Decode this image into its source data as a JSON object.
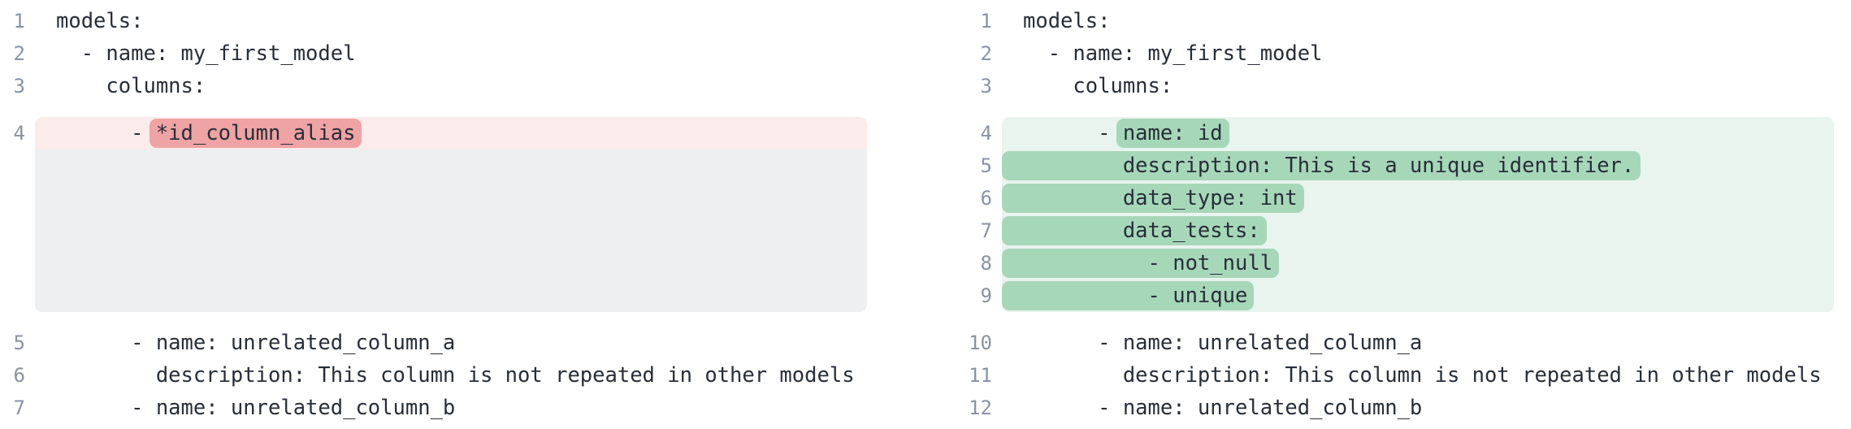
{
  "view": "yaml-diff-side-by-side",
  "colors": {
    "removed_line_bg": "#fbebeb",
    "removed_token_bg": "#efa3a4",
    "added_line_bg": "#e9f4ee",
    "added_token_bg": "#a7d7b9",
    "collapsed_bg": "#edeff1",
    "text": "#272e38",
    "line_number": "#8a93a2",
    "page_bg": "#ffffff"
  },
  "left": {
    "top": [
      {
        "num": "1",
        "text": "models:"
      },
      {
        "num": "2",
        "text": "  - name: my_first_model"
      },
      {
        "num": "3",
        "text": "    columns:"
      }
    ],
    "removed": {
      "num": "4",
      "pre": "      - ",
      "token": "*id_column_alias"
    },
    "bottom": [
      {
        "num": "5",
        "text": "      - name: unrelated_column_a"
      },
      {
        "num": "6",
        "text": "        description: This column is not repeated in other models"
      },
      {
        "num": "7",
        "text": "      - name: unrelated_column_b"
      }
    ]
  },
  "right": {
    "top": [
      {
        "num": "1",
        "text": "models:"
      },
      {
        "num": "2",
        "text": "  - name: my_first_model"
      },
      {
        "num": "3",
        "text": "    columns:"
      }
    ],
    "added": [
      {
        "num": "4",
        "pre": "      - ",
        "token": "name: id"
      },
      {
        "num": "5",
        "token": "        description: This is a unique identifier."
      },
      {
        "num": "6",
        "token": "        data_type: int"
      },
      {
        "num": "7",
        "token": "        data_tests:"
      },
      {
        "num": "8",
        "token": "          - not_null"
      },
      {
        "num": "9",
        "token": "          - unique"
      }
    ],
    "bottom": [
      {
        "num": "10",
        "text": "      - name: unrelated_column_a"
      },
      {
        "num": "11",
        "text": "        description: This column is not repeated in other models"
      },
      {
        "num": "12",
        "text": "      - name: unrelated_column_b"
      }
    ]
  }
}
